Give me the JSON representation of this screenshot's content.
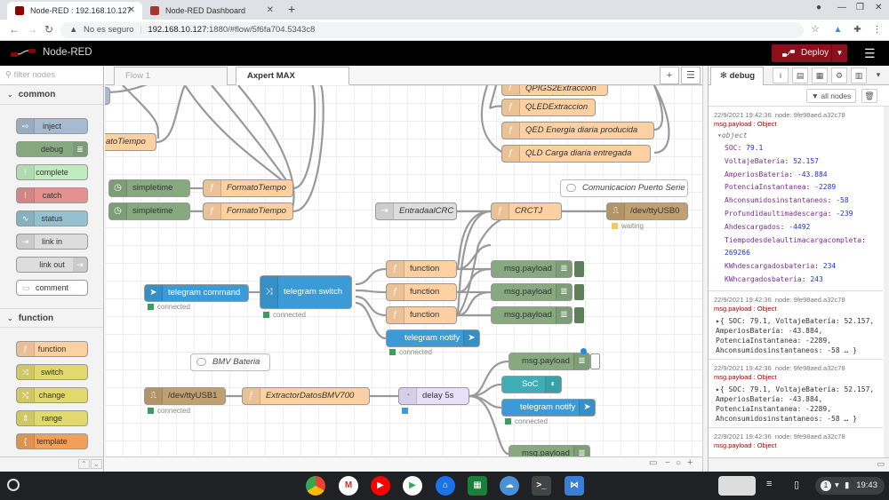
{
  "browser": {
    "tabs": [
      {
        "title": "Node-RED : 192.168.10.127",
        "active": true
      },
      {
        "title": "Node-RED Dashboard",
        "active": false
      }
    ],
    "address": {
      "warning": "No es seguro",
      "host": "192.168.10.127",
      "path": ":1880/#flow/5f6fa704.5343c8"
    }
  },
  "header": {
    "title": "Node-RED",
    "deploy_label": "Deploy"
  },
  "palette": {
    "filter_placeholder": "filter nodes",
    "categories": [
      {
        "name": "common",
        "items": [
          "inject",
          "debug",
          "complete",
          "catch",
          "status",
          "link in",
          "link out",
          "comment"
        ]
      },
      {
        "name": "function",
        "items": [
          "function",
          "switch",
          "change",
          "range",
          "template"
        ]
      }
    ]
  },
  "workspace": {
    "tabs": [
      "Flow 1",
      "Axpert MAX"
    ],
    "nodes": {
      "formato_top": "atoTiempo",
      "simpletime": "simpletime",
      "formatotiempo": "FormatoTiempo",
      "qpigs": "QPIGS2Extraccion",
      "qled": "QLEDExtraccion",
      "qed": "QED Energia diaria producida",
      "qld": "QLD Carga diaria entregada",
      "comment_puerto": "Comunicacion Puerto Serie",
      "entrada_crc": "EntradaalCRC",
      "crctj": "CRCTJ",
      "usb0": "/dev/ttyUSB0",
      "waiting": "waiting",
      "telegram_command": "telegram command",
      "telegram_switch": "telegram switch",
      "connected": "connected",
      "function": "function",
      "msg_payload": "msg.payload",
      "telegram_notify": "telegram notify",
      "comment_bmv": "BMV Bateria",
      "usb1": "/dev/ttyUSB1",
      "extractor": "ExtractorDatosBMV700",
      "delay": "delay 5s",
      "soc": "SoC"
    }
  },
  "sidebar": {
    "tab": "debug",
    "all_nodes": "all nodes",
    "messages": [
      {
        "time": "22/9/2021 19:42:36",
        "node": "node: 9fe98aed.a32c78",
        "topic": "msg.payload : Object",
        "head": "object",
        "fields": [
          {
            "k": "SOC",
            "v": "79.1"
          },
          {
            "k": "VoltajeBatería",
            "v": "52.157"
          },
          {
            "k": "AmperiosBatería",
            "v": "-43.884"
          },
          {
            "k": "PotenciaInstantanea",
            "v": "-2289"
          },
          {
            "k": "Ahconsumidosinstantaneos",
            "v": "-58"
          },
          {
            "k": "Profundidaultimadescarga",
            "v": "-239"
          },
          {
            "k": "Ahdescargados",
            "v": "-4492"
          },
          {
            "k": "Tiempodesdelaultimacargacompleta",
            "v": "269266"
          },
          {
            "k": "KWhdescargadosbateria",
            "v": "234"
          },
          {
            "k": "KWhcargadosbateria",
            "v": "243"
          }
        ]
      },
      {
        "time": "22/9/2021 19:42:36",
        "node": "node: 9fe98aed.a32c78",
        "topic": "msg.payload : Object",
        "summary": "▸{ SOC: 79.1, VoltajeBatería: 52.157, AmperiosBatería: -43.884, PotenciaInstantanea: -2289, Ahconsumidosinstantaneos: -58 … }"
      },
      {
        "time": "22/9/2021 19:42:36",
        "node": "node: 9fe98aed.a32c78",
        "topic": "msg.payload : Object",
        "summary": "▸{ SOC: 79.1, VoltajeBatería: 52.157, AmperiosBatería: -43.884, PotenciaInstantanea: -2289, Ahconsumidosinstantaneos: -58 … }"
      },
      {
        "time": "22/9/2021 19:42:36",
        "node": "node: 9fe98aed.a32c78",
        "topic": "msg.payload : Object"
      }
    ]
  },
  "shelf": {
    "time": "19:43",
    "notif": "1"
  },
  "colors": {
    "function": "#fdd0a2",
    "debug": "#87a980",
    "telegram": "#3fadb5",
    "serial": "#c0a070",
    "inject": "#a6bbcf",
    "deploy": "#8c101c"
  }
}
